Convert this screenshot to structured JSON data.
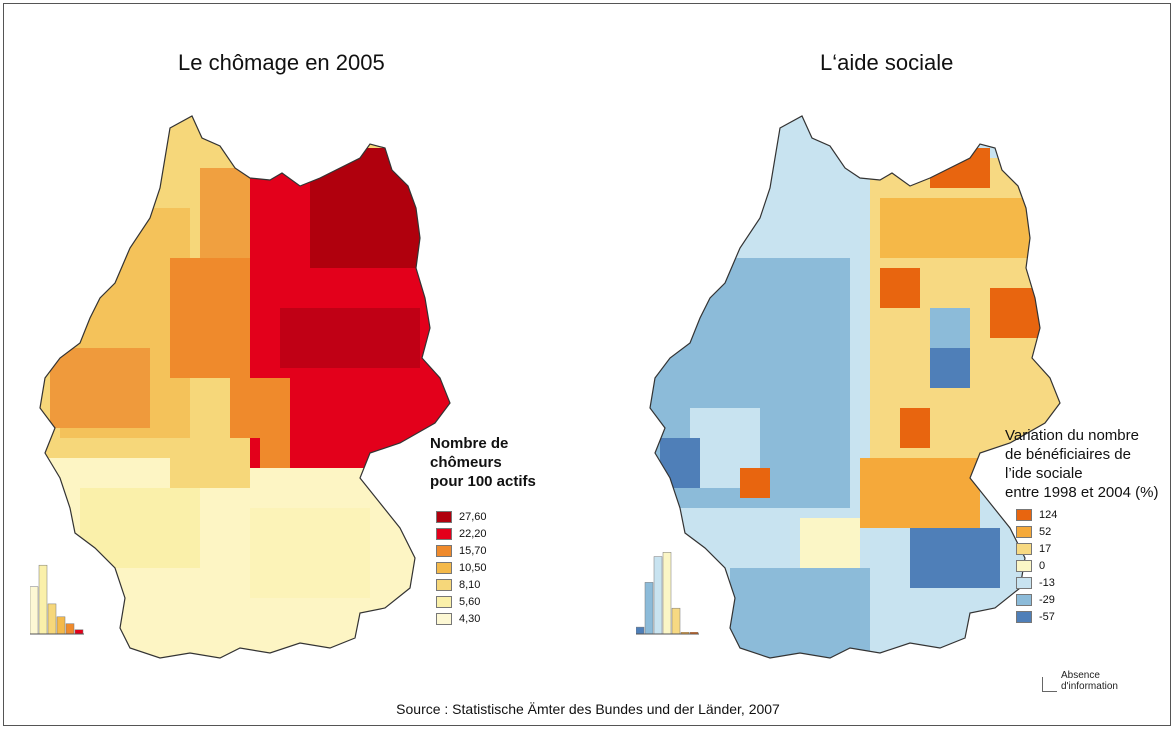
{
  "maps": {
    "left": {
      "title": "Le chômage en 2005",
      "legend_title": "Nombre de\nchômeurs\npour 100 actifs",
      "legend": [
        {
          "label": "27,60",
          "color": "#b0000d"
        },
        {
          "label": "22,20",
          "color": "#e3001b"
        },
        {
          "label": "15,70",
          "color": "#ef8a2c"
        },
        {
          "label": "10,50",
          "color": "#f4b94a"
        },
        {
          "label": "8,10",
          "color": "#f6d77a"
        },
        {
          "label": "5,60",
          "color": "#faf0aa"
        },
        {
          "label": "4,30",
          "color": "#fdf8d4"
        }
      ],
      "histogram": [
        0.55,
        0.8,
        0.35,
        0.2,
        0.12,
        0.05
      ]
    },
    "right": {
      "title": "L‘aide sociale",
      "legend_title": "Variation du nombre\nde bénéficiaires de\nl’ide sociale\nentre 1998 et 2004 (%)",
      "legend": [
        {
          "label": "124",
          "color": "#e8650f"
        },
        {
          "label": "52",
          "color": "#f5a93a"
        },
        {
          "label": "17",
          "color": "#f7d982"
        },
        {
          "label": "0",
          "color": "#fbf6c6"
        },
        {
          "label": "-13",
          "color": "#c8e3f0"
        },
        {
          "label": "-29",
          "color": "#8cbbd9"
        },
        {
          "label": "-57",
          "color": "#4f7fb8"
        }
      ],
      "histogram": [
        0.08,
        0.6,
        0.9,
        0.95,
        0.3,
        0.02,
        0.02
      ],
      "absence_label": "Absence\nd'information"
    }
  },
  "source": "Source : Statistische Ämter des Bundes und der Länder, 2007"
}
